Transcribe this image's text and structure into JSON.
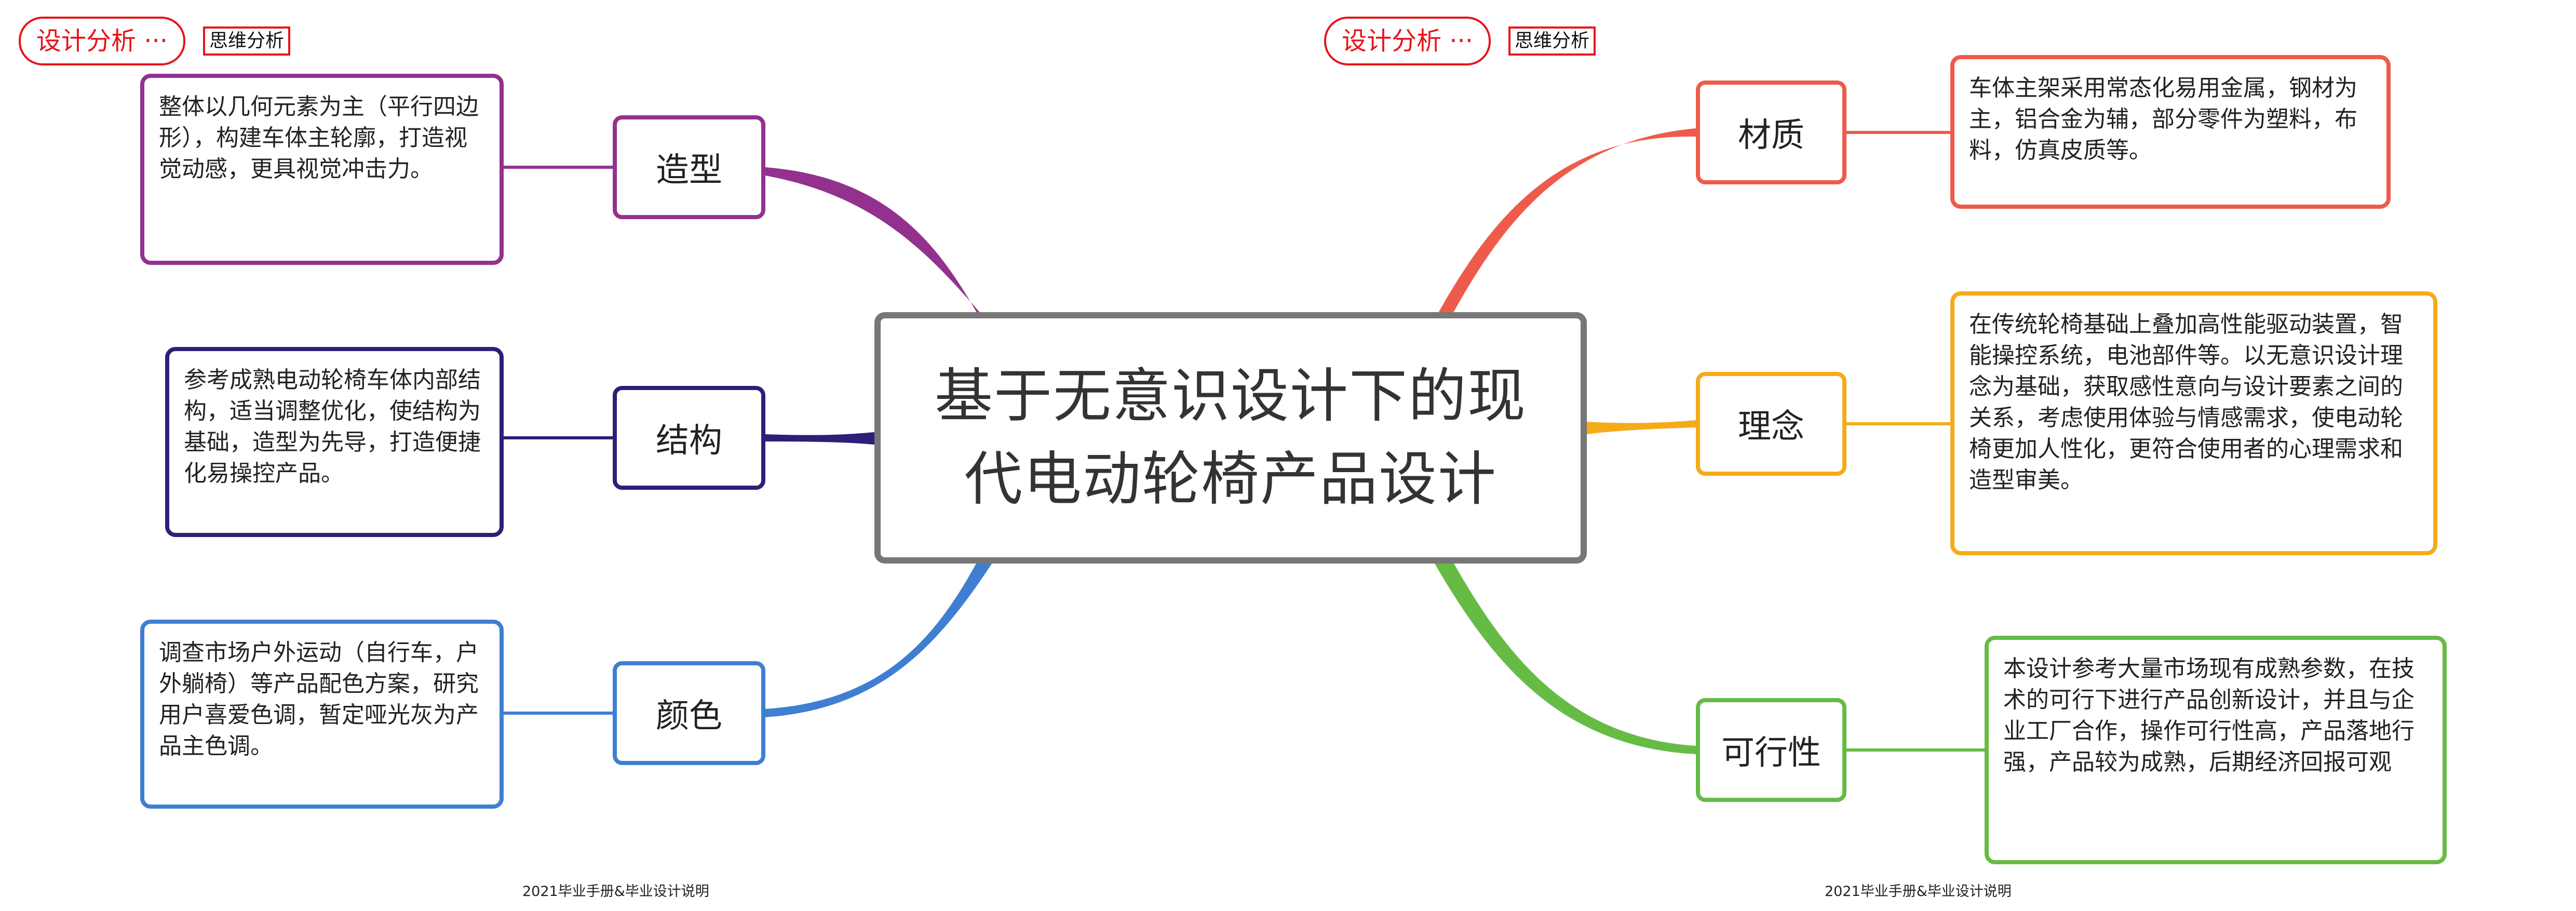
{
  "header": {
    "left": {
      "pill": "设计分析 ···",
      "label": "思维分析"
    },
    "right": {
      "pill": "设计分析 ···",
      "label": "思维分析"
    }
  },
  "center": {
    "title": "基于无意识设计下的现代电动轮椅产品设计"
  },
  "branches": {
    "shape": {
      "label": "造型",
      "desc": "整体以几何元素为主（平行四边形），构建车体主轮廓，打造视觉动感，更具视觉冲击力。",
      "color": "#93318f"
    },
    "structure": {
      "label": "结构",
      "desc": "参考成熟电动轮椅车体内部结构，适当调整优化，使结构为基础，造型为先导，打造便捷化易操控产品。",
      "color": "#2d1f78"
    },
    "color": {
      "label": "颜色",
      "desc": "调查市场户外运动（自行车，户外躺椅）等产品配色方案，研究用户喜爱色调，暂定哑光灰为产品主色调。",
      "color": "#3f7fd1"
    },
    "material": {
      "label": "材质",
      "desc": "车体主架采用常态化易用金属，钢材为主，铝合金为辅，部分零件为塑料，布料，仿真皮质等。",
      "color": "#ef5b4a"
    },
    "concept": {
      "label": "理念",
      "desc": "在传统轮椅基础上叠加高性能驱动装置，智能操控系统，电池部件等。以无意识设计理念为基础，获取感性意向与设计要素之间的关系，考虑使用体验与情感需求，使电动轮椅更加人性化，更符合使用者的心理需求和造型审美。",
      "color": "#f3ac18"
    },
    "feasibility": {
      "label": "可行性",
      "desc": "本设计参考大量市场现有成熟参数，在技术的可行下进行产品创新设计，并且与企业工厂合作，操作可行性高，产品落地行强，产品较为成熟，后期经济回报可观",
      "color": "#66bb45"
    }
  },
  "footer": {
    "left": "2021毕业手册&毕业设计说明",
    "right": "2021毕业手册&毕业设计说明"
  }
}
